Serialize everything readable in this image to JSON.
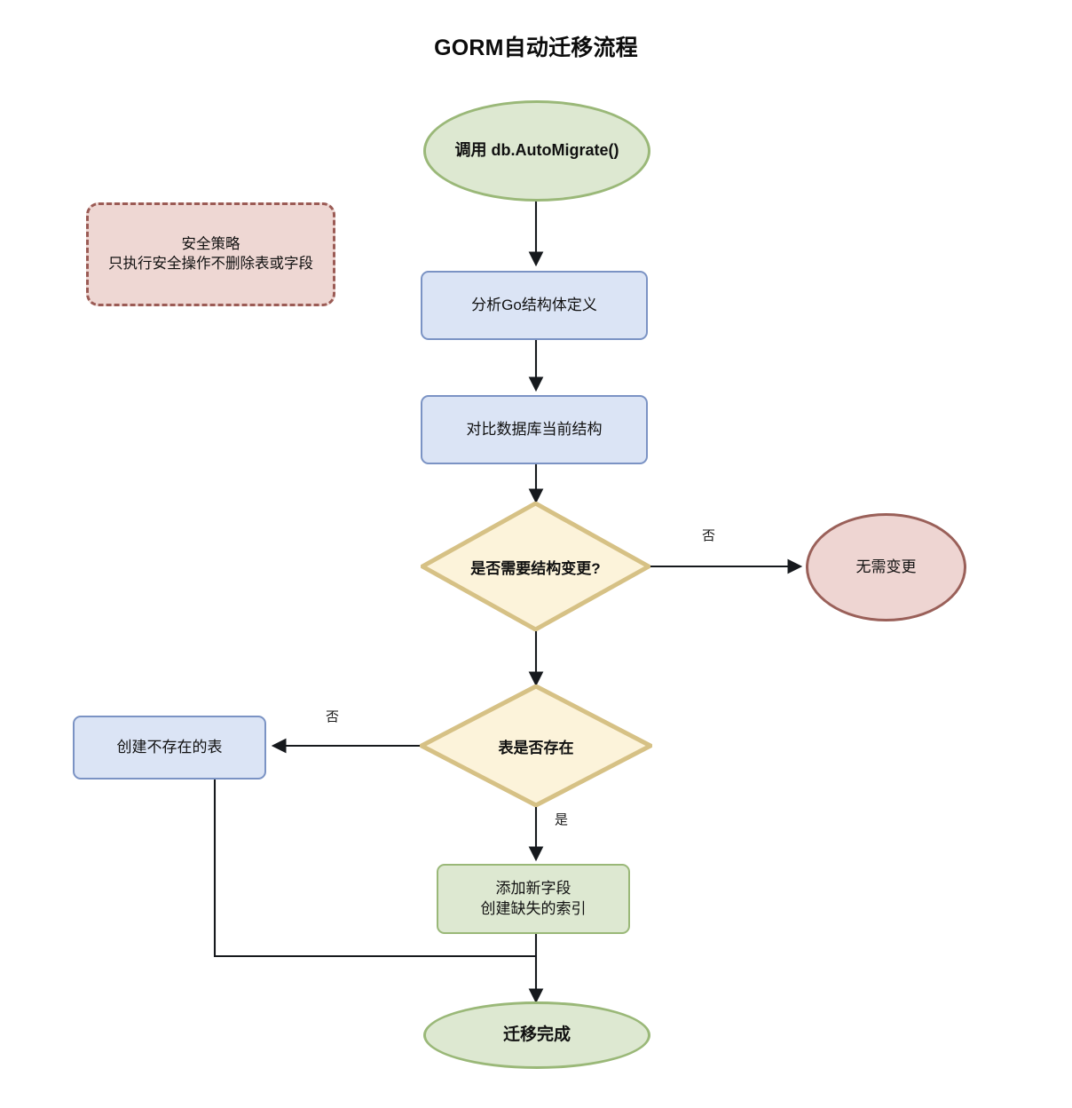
{
  "title": "GORM自动迁移流程",
  "colors": {
    "green_fill": "#dde8d1",
    "green_stroke": "#9ab878",
    "blue_fill": "#dbe4f5",
    "blue_stroke": "#7b93c4",
    "yellow_fill": "#fcf3da",
    "yellow_stroke": "#d6c185",
    "red_fill": "#eed5d2",
    "red_stroke": "#9a6059",
    "note_fill": "#eed7d3",
    "note_stroke": "#9b5b55",
    "edge_stroke": "#16191d"
  },
  "nodes": {
    "start": {
      "label": "调用 db.AutoMigrate()",
      "shape": "ellipse",
      "style": "green"
    },
    "note": {
      "line1": "安全策略",
      "line2": "只执行安全操作不删除表或字段",
      "shape": "note",
      "style": "note"
    },
    "analyze": {
      "label": "分析Go结构体定义",
      "shape": "box",
      "style": "blue"
    },
    "compare": {
      "label": "对比数据库当前结构",
      "shape": "box",
      "style": "blue"
    },
    "need_change": {
      "label": "是否需要结构变更?",
      "shape": "diamond",
      "style": "yellow"
    },
    "no_change": {
      "label": "无需变更",
      "shape": "ellipse",
      "style": "red"
    },
    "table_exists": {
      "label": "表是否存在",
      "shape": "diamond",
      "style": "yellow"
    },
    "create_table": {
      "label": "创建不存在的表",
      "shape": "box",
      "style": "blue"
    },
    "add_fields": {
      "line1": "添加新字段",
      "line2": "创建缺失的索引",
      "shape": "box",
      "style": "green"
    },
    "done": {
      "label": "迁移完成",
      "shape": "ellipse",
      "style": "green"
    }
  },
  "edge_labels": {
    "need_change_no": "否",
    "table_exists_no": "否",
    "table_exists_yes": "是"
  },
  "chart_data": {
    "type": "diagram",
    "diagram_kind": "flowchart",
    "direction": "top-down",
    "title": "GORM自动迁移流程",
    "nodes": [
      {
        "id": "start",
        "text": "调用 db.AutoMigrate()",
        "shape": "ellipse",
        "fill": "#dde8d1",
        "stroke": "#9ab878"
      },
      {
        "id": "note",
        "text": "安全策略\n只执行安全操作不删除表或字段",
        "shape": "rounded-dashed-note",
        "fill": "#eed7d3",
        "stroke": "#9b5b55"
      },
      {
        "id": "analyze",
        "text": "分析Go结构体定义",
        "shape": "rounded-rect",
        "fill": "#dbe4f5",
        "stroke": "#7b93c4"
      },
      {
        "id": "compare",
        "text": "对比数据库当前结构",
        "shape": "rounded-rect",
        "fill": "#dbe4f5",
        "stroke": "#7b93c4"
      },
      {
        "id": "need_change",
        "text": "是否需要结构变更?",
        "shape": "diamond",
        "fill": "#fcf3da",
        "stroke": "#d6c185"
      },
      {
        "id": "no_change",
        "text": "无需变更",
        "shape": "ellipse",
        "fill": "#eed5d2",
        "stroke": "#9a6059"
      },
      {
        "id": "table_exists",
        "text": "表是否存在",
        "shape": "diamond",
        "fill": "#fcf3da",
        "stroke": "#d6c185"
      },
      {
        "id": "create_table",
        "text": "创建不存在的表",
        "shape": "rounded-rect",
        "fill": "#dbe4f5",
        "stroke": "#7b93c4"
      },
      {
        "id": "add_fields",
        "text": "添加新字段\n创建缺失的索引",
        "shape": "rounded-rect",
        "fill": "#dde8d1",
        "stroke": "#9ab878"
      },
      {
        "id": "done",
        "text": "迁移完成",
        "shape": "ellipse",
        "fill": "#dde8d1",
        "stroke": "#9ab878"
      }
    ],
    "edges": [
      {
        "from": "start",
        "to": "analyze",
        "label": ""
      },
      {
        "from": "analyze",
        "to": "compare",
        "label": ""
      },
      {
        "from": "compare",
        "to": "need_change",
        "label": ""
      },
      {
        "from": "need_change",
        "to": "no_change",
        "label": "否"
      },
      {
        "from": "need_change",
        "to": "table_exists",
        "label": ""
      },
      {
        "from": "table_exists",
        "to": "create_table",
        "label": "否"
      },
      {
        "from": "table_exists",
        "to": "add_fields",
        "label": "是"
      },
      {
        "from": "create_table",
        "to": "done",
        "label": ""
      },
      {
        "from": "add_fields",
        "to": "done",
        "label": ""
      }
    ]
  }
}
